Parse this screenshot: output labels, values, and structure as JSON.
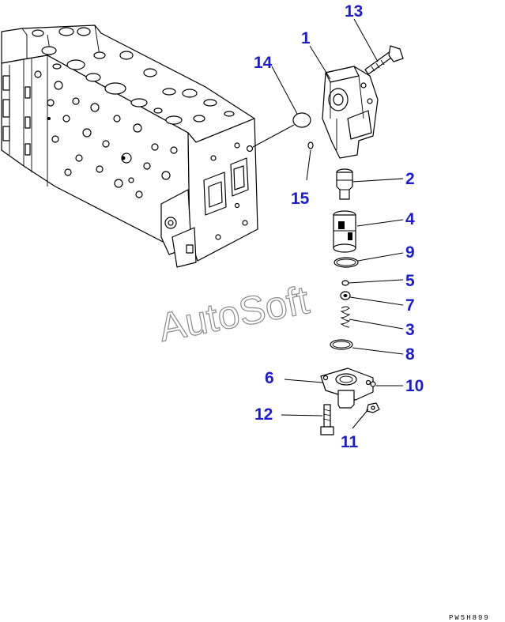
{
  "watermark": "AutoSoft",
  "drawing_code": "PW5H899",
  "callouts": {
    "c1": "1",
    "c2": "2",
    "c3": "3",
    "c4": "4",
    "c5": "5",
    "c6": "6",
    "c7": "7",
    "c8": "8",
    "c9": "9",
    "c10": "10",
    "c11": "11",
    "c12": "12",
    "c13": "13",
    "c14": "14",
    "c15": "15"
  },
  "colors": {
    "callout": "#1c1ccc",
    "line": "#000000",
    "watermark_outline": "#8a8a8a"
  }
}
